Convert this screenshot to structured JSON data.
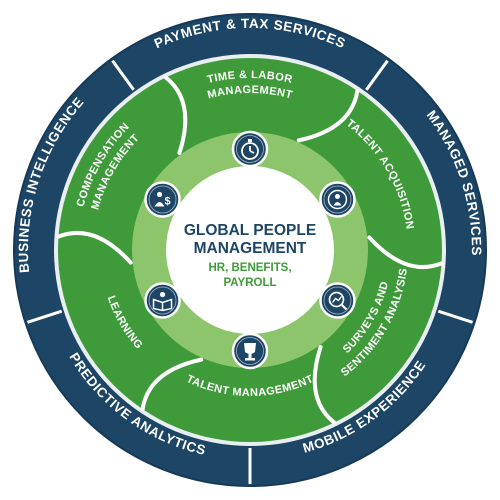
{
  "colors": {
    "outer_ring": "#1d4565",
    "outer_ring_dark": "#163a57",
    "outer_divider": "#e9eef2",
    "green": "#3f9b3a",
    "green_light": "#5fae49",
    "green_pale": "#8cc56c",
    "center_bg": "#ffffff",
    "navy_text": "#1d4565",
    "green_text": "#3f9b3a",
    "icon_fill": "#1d4565",
    "icon_ring": "#ffffff"
  },
  "outer_segments": [
    {
      "label": "PAYMENT & TAX SERVICES"
    },
    {
      "label": "MANAGED SERVICES"
    },
    {
      "label": "MOBILE EXPERIENCE"
    },
    {
      "label": "PREDICTIVE ANALYTICS"
    },
    {
      "label": "BUSINESS INTELLIGENCE"
    }
  ],
  "green_segments": [
    {
      "line1": "TIME & LABOR",
      "line2": "MANAGEMENT",
      "icon": "stopwatch-icon"
    },
    {
      "line1": "TALENT ACQUISITION",
      "line2": "",
      "icon": "target-person-icon"
    },
    {
      "line1": "SURVEYS AND",
      "line2": "SENTIMENT ANALYSIS",
      "icon": "chart-magnifier-icon"
    },
    {
      "line1": "TALENT MANAGEMENT",
      "line2": "",
      "icon": "trophy-icon"
    },
    {
      "line1": "LEARNING",
      "line2": "",
      "icon": "book-person-icon"
    },
    {
      "line1": "COMPENSATION",
      "line2": "MANAGEMENT",
      "icon": "dollar-person-icon"
    }
  ],
  "center": {
    "title_line1": "GLOBAL PEOPLE",
    "title_line2": "MANAGEMENT",
    "subtitle_line1": "HR, BENEFITS,",
    "subtitle_line2": "PAYROLL"
  }
}
